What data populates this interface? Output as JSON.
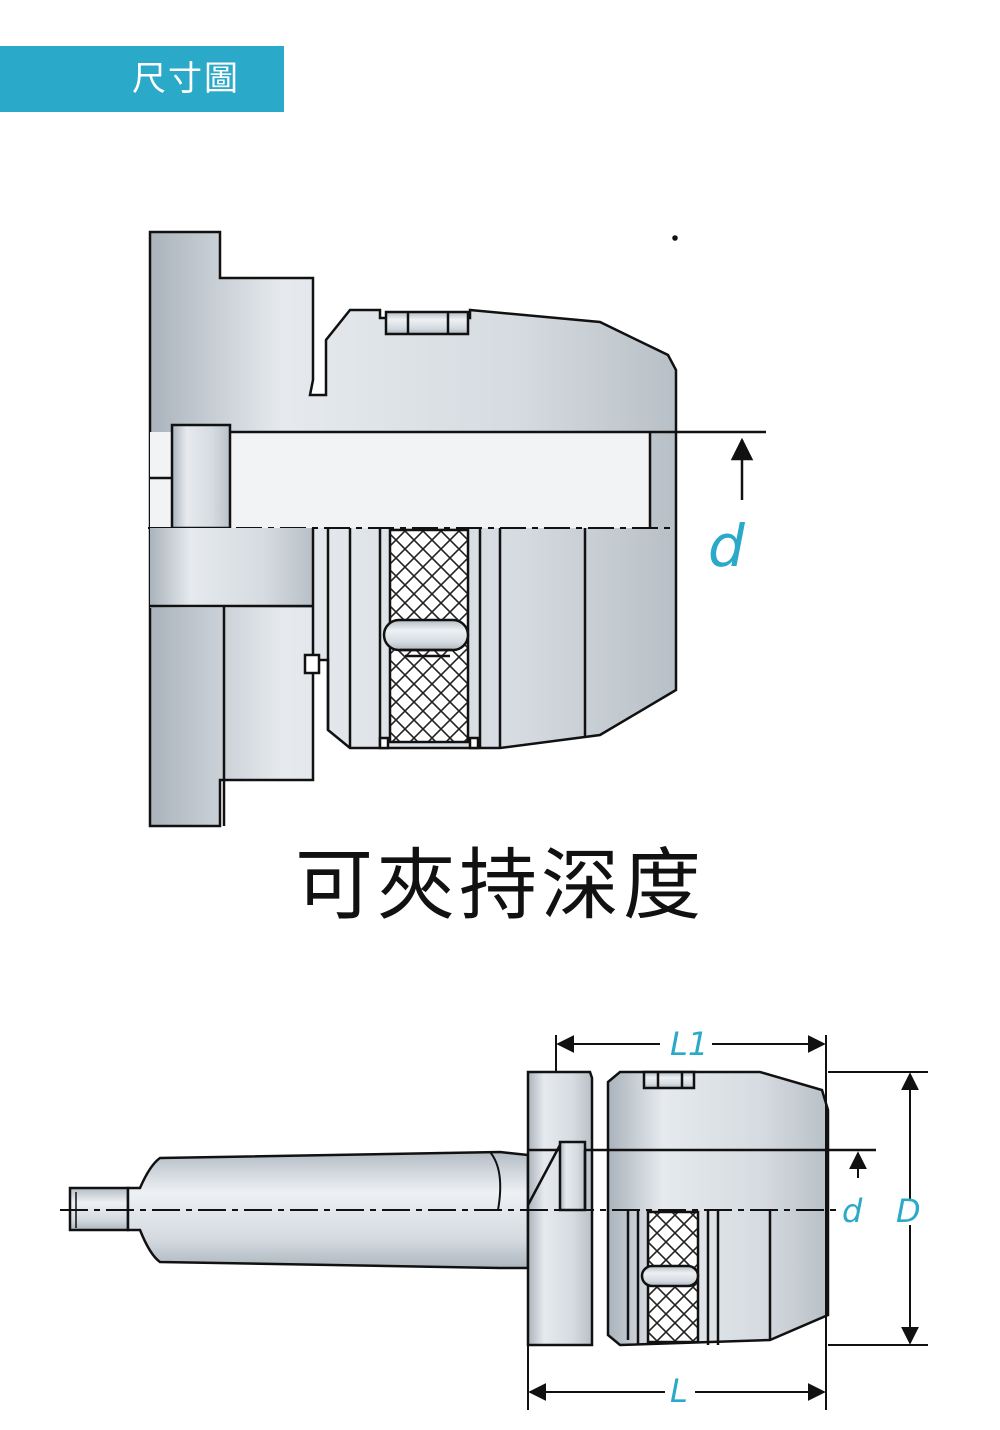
{
  "header": {
    "title": "尺寸圖"
  },
  "detail": {
    "caption": "可夾持深度",
    "dim_d": "d"
  },
  "main": {
    "dim_L1": "L1",
    "dim_L": "L",
    "dim_d": "d",
    "dim_D": "D"
  },
  "colors": {
    "accent": "#2aa9c9",
    "stroke": "#111111",
    "body": "#cfd5db",
    "text": "#111111"
  }
}
